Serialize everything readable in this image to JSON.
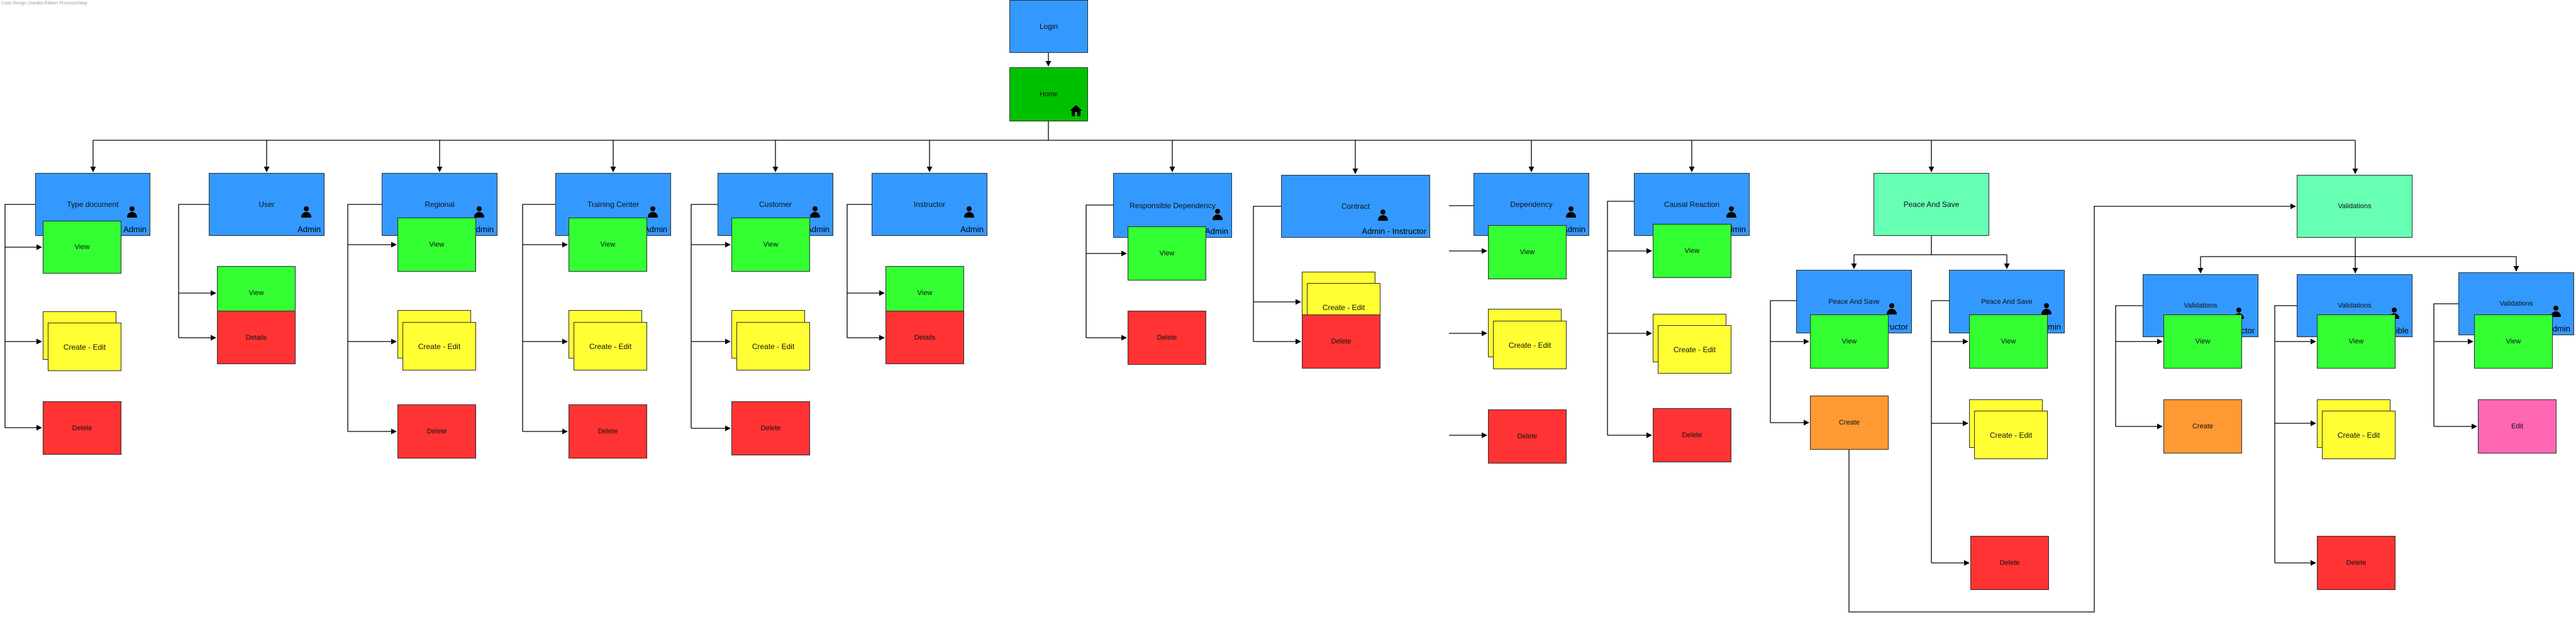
{
  "page_title": "Case Design (Sandra Edition Process/Data)",
  "login_label": "Login",
  "home_label": "Home",
  "sections": [
    {
      "title": "Type document",
      "role": "Admin",
      "children": [
        "View",
        "Create - Edit",
        "Delete"
      ]
    },
    {
      "title": "User",
      "role": "Admin",
      "children": [
        "View",
        "Details"
      ]
    },
    {
      "title": "Regional",
      "role": "Admin",
      "children": [
        "View",
        "Create - Edit",
        "Delete"
      ]
    },
    {
      "title": "Training Center",
      "role": "Admin",
      "children": [
        "View",
        "Create - Edit",
        "Delete"
      ]
    },
    {
      "title": "Customer",
      "role": "Admin",
      "children": [
        "View",
        "Create - Edit",
        "Delete"
      ]
    },
    {
      "title": "Instructor",
      "role": "Admin",
      "children": [
        "View",
        "Details"
      ]
    },
    {
      "title": "Responsible Dependency",
      "role": "Admin",
      "children": [
        "View",
        "Delete"
      ]
    },
    {
      "title": "Contract",
      "role": "Admin - Instructor",
      "children": [
        "Create - Edit",
        "Delete"
      ]
    },
    {
      "title": "Dependency",
      "role": "Admin",
      "children": [
        "View",
        "Create - Edit",
        "Delete"
      ]
    },
    {
      "title": "Causal Reaction",
      "role": "Admin",
      "children": [
        "View",
        "Create - Edit",
        "Delete"
      ]
    },
    {
      "title": "Peace And Save",
      "role": "",
      "sub": [
        {
          "title": "Peace And Save",
          "role": "Instructor",
          "children": [
            "View",
            "Create"
          ]
        },
        {
          "title": "Peace And Save",
          "role": "Admin",
          "children": [
            "View",
            "Create - Edit",
            "Delete"
          ]
        }
      ]
    },
    {
      "title": "Validations",
      "role": "",
      "sub": [
        {
          "title": "Validations",
          "role": "Instructor",
          "children": [
            "View",
            "Create"
          ]
        },
        {
          "title": "Validations",
          "role": "Responsible",
          "children": [
            "View",
            "Create - Edit",
            "Delete"
          ]
        },
        {
          "title": "Validations",
          "role": "Admin",
          "children": [
            "View",
            "Edit"
          ]
        }
      ]
    }
  ],
  "colors": {
    "node_blue": "#3399ff",
    "view_green": "#33ff33",
    "home_green": "#00c100",
    "header_mint": "#66ffb3",
    "delete_red": "#ff3333",
    "edit_yellow": "#ffff33",
    "create_orange": "#ff9933",
    "edit_pink": "#ff66b3",
    "line": "#000000"
  },
  "icons": {
    "role_icon": "person-icon",
    "home_icon": "home-icon"
  }
}
